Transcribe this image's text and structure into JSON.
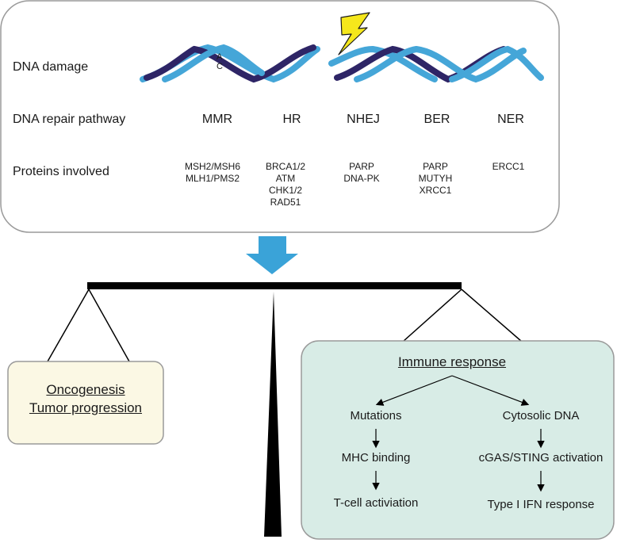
{
  "top_panel": {
    "rows": {
      "damage": "DNA damage",
      "pathway": "DNA repair pathway",
      "proteins": "Proteins involved"
    },
    "mismatch": {
      "top": "A",
      "bottom": "C"
    },
    "pathways": [
      {
        "name": "MMR",
        "proteins": "MSH2/MSH6\nMLH1/PMS2"
      },
      {
        "name": "HR",
        "proteins": "BRCA1/2\nATM\nCHK1/2\nRAD51"
      },
      {
        "name": "NHEJ",
        "proteins": "PARP\nDNA-PK"
      },
      {
        "name": "BER",
        "proteins": "PARP\nMUTYH\nXRCC1"
      },
      {
        "name": "NER",
        "proteins": "ERCC1"
      }
    ]
  },
  "left_box": {
    "line1": "Oncogenesis",
    "line2": "Tumor progression"
  },
  "right_box": {
    "title": "Immune response",
    "left_branch": [
      "Mutations",
      "MHC binding",
      "T-cell activiation"
    ],
    "right_branch": [
      "Cytosolic DNA",
      "cGAS/STING activation",
      "Type I IFN response"
    ]
  },
  "colors": {
    "helix_dark": "#2e2566",
    "helix_light": "#45a6d8",
    "arrow_blue": "#3aa3d8",
    "bolt_yellow": "#f5e71c",
    "left_box_fill": "#fbf8e4",
    "right_box_fill": "#d8ece6",
    "panel_border": "#9a9a9a"
  }
}
